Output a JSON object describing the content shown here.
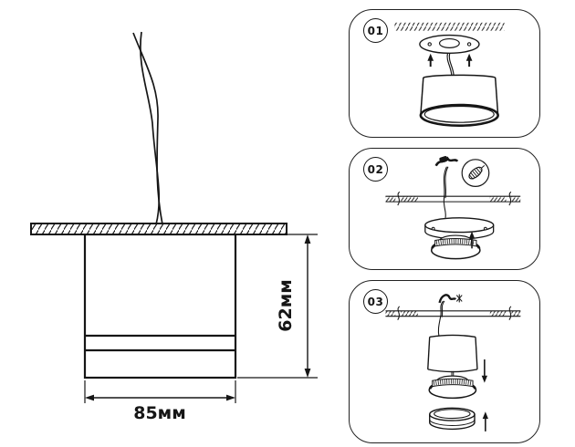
{
  "page": {
    "background": "#ffffff",
    "line_color": "#161616"
  },
  "main_drawing": {
    "width_label": "85мм",
    "height_label": "62мм"
  },
  "steps": [
    {
      "number": "01"
    },
    {
      "number": "02"
    },
    {
      "number": "03"
    }
  ]
}
